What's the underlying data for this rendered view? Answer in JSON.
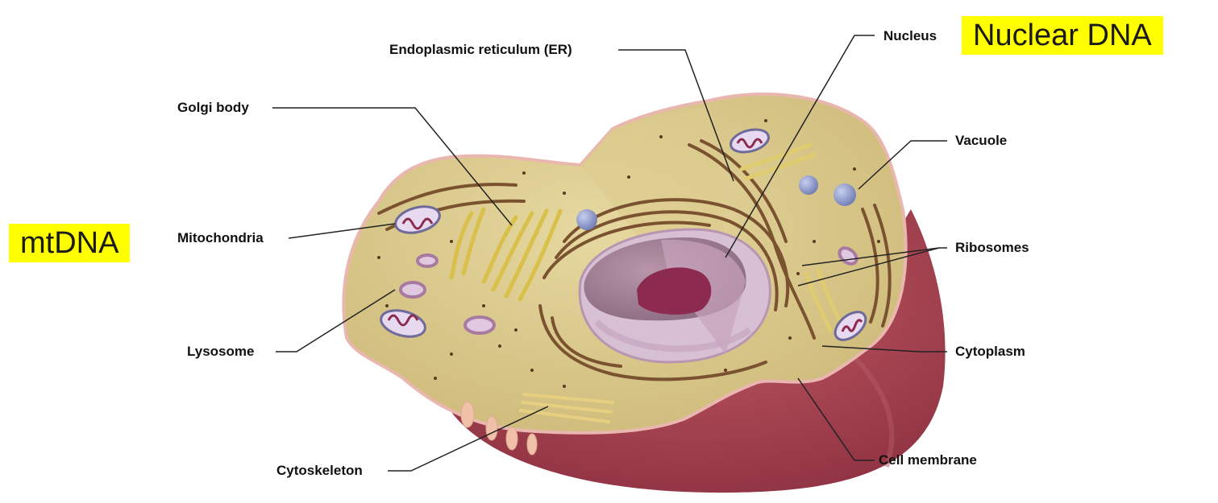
{
  "highlights": {
    "nuclear_dna": "Nuclear DNA",
    "mtdna": "mtDNA"
  },
  "labels": {
    "er": "Endoplasmic reticulum (ER)",
    "nucleus": "Nucleus",
    "golgi": "Golgi body",
    "vacuole": "Vacuole",
    "mitochondria": "Mitochondria",
    "ribosomes": "Ribosomes",
    "lysosome": "Lysosome",
    "cytoplasm": "Cytoplasm",
    "cytoskeleton": "Cytoskeleton",
    "cell_membrane": "Cell membrane"
  },
  "colors": {
    "highlight": "#ffff00",
    "cytoplasm": "#d9c98a",
    "membrane_base": "#a8444f",
    "nucleus": "#9c7a8c",
    "nucleolus": "#8c2a50",
    "er": "#7a5230",
    "golgi": "#d8c04a",
    "mitochondria": "#6e6a9a",
    "vacuole": "#8a96c8",
    "lysosome": "#a87aa0"
  }
}
